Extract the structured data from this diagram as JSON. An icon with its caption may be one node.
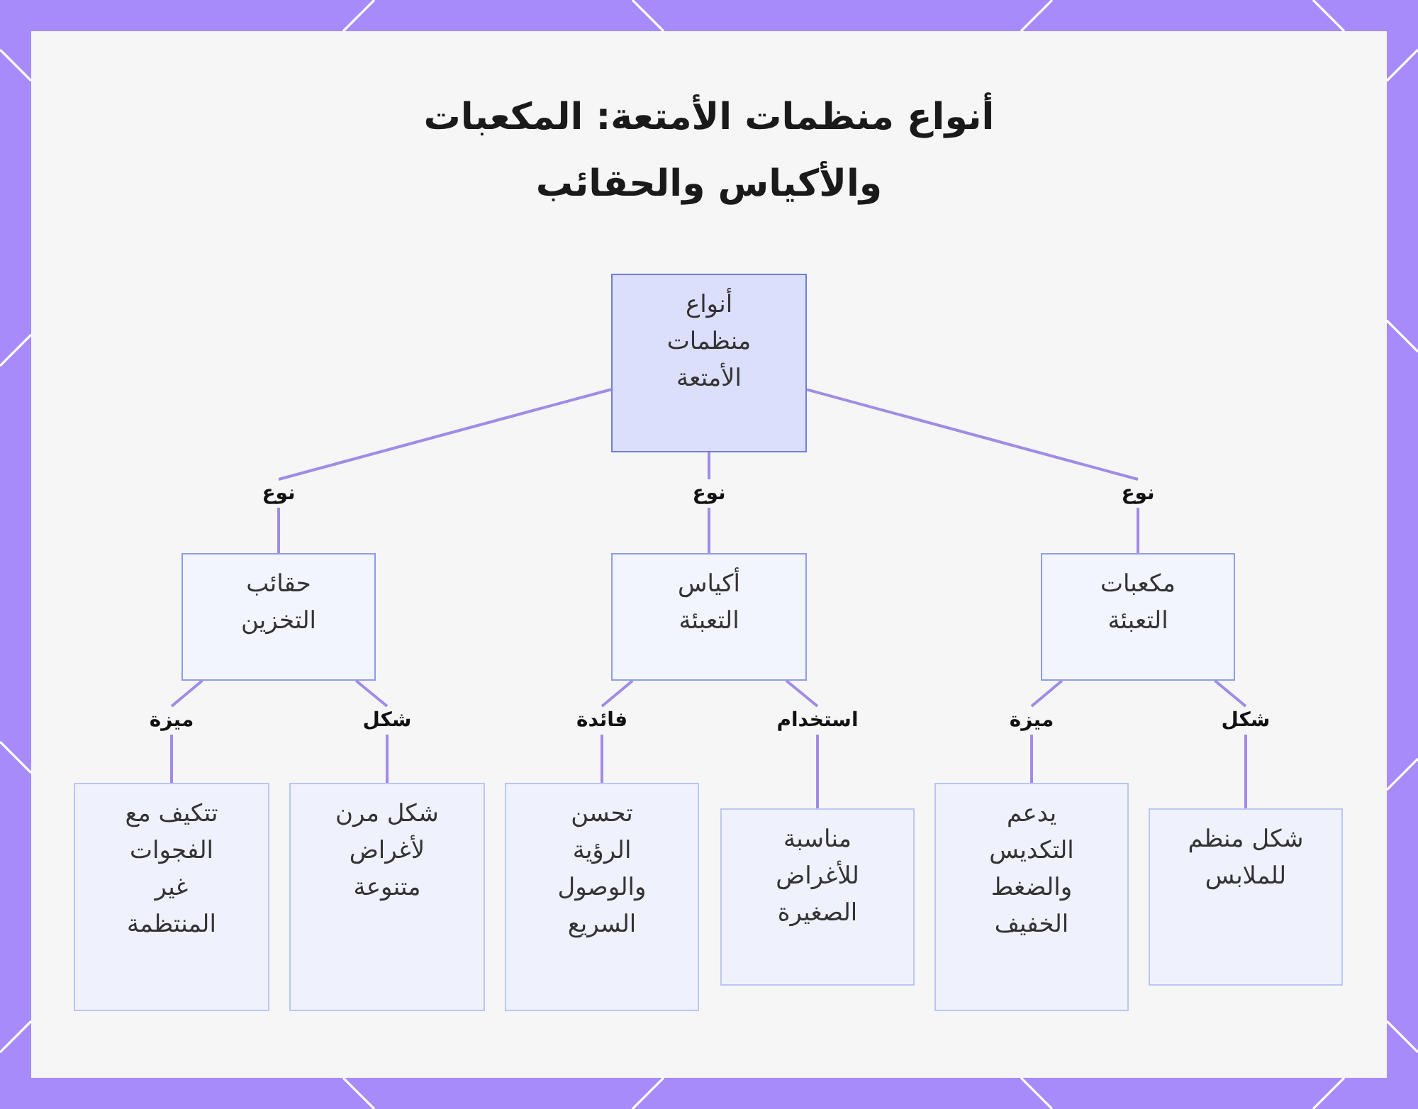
{
  "diagram": {
    "title": "أنواع منظمات الأمتعة: المكعبات والأكياس والحقائب",
    "nodes": [
      {
        "text": [
          "أنواع منظمات الأمتعة"
        ]
      },
      {
        "text": [
          "مكعبات التعبئة"
        ]
      },
      {
        "text": [
          "أكياس التعبئة"
        ]
      },
      {
        "text": [
          "حقائب التخزين"
        ]
      },
      {
        "text": [
          "شكل منظم للملابس"
        ]
      },
      {
        "text": [
          "يدعم التكديس والضغط الخفيف"
        ]
      },
      {
        "text": [
          "مناسبة للأغراض الصغيرة"
        ]
      },
      {
        "text": [
          "تحسن الرؤية والوصول السريع"
        ]
      },
      {
        "text": [
          "شكل مرن لأغراض متنوعة"
        ]
      },
      {
        "text": [
          "تتكيف مع الفجوات غير المنتظمة"
        ]
      }
    ],
    "edges": [
      {
        "from": 0,
        "to": 1,
        "arrow": "none",
        "label": "نوع"
      },
      {
        "from": 0,
        "to": 2,
        "arrow": "none",
        "label": "نوع"
      },
      {
        "from": 0,
        "to": 3,
        "arrow": "none",
        "label": "نوع"
      },
      {
        "from": 1,
        "to": 4,
        "arrow": "none",
        "label": "شكل"
      },
      {
        "from": 1,
        "to": 5,
        "arrow": "none",
        "label": "ميزة"
      },
      {
        "from": 2,
        "to": 6,
        "arrow": "none",
        "label": "استخدام"
      },
      {
        "from": 2,
        "to": 7,
        "arrow": "none",
        "label": "فائدة"
      },
      {
        "from": 3,
        "to": 8,
        "arrow": "none",
        "label": "شكل"
      },
      {
        "from": 3,
        "to": 9,
        "arrow": "none",
        "label": "ميزة"
      }
    ]
  }
}
